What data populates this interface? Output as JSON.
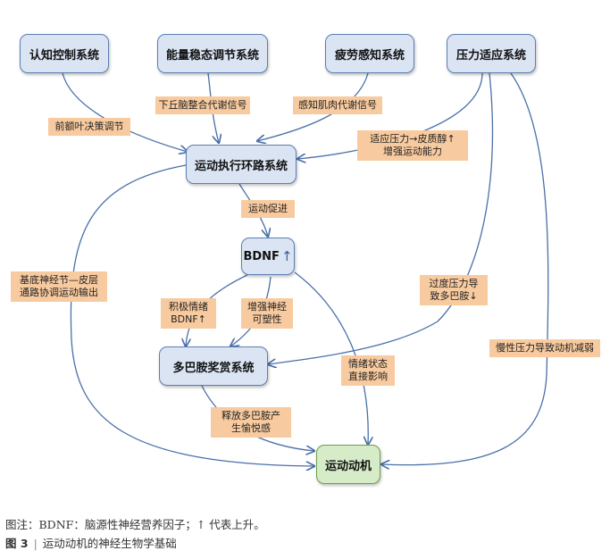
{
  "nodes": {
    "cognitive": "认知控制系统",
    "energy": "能量稳态调节系统",
    "fatigue": "疲劳感知系统",
    "stress": "压力适应系统",
    "motor": "运动执行环路系统",
    "bdnf": "BDNF",
    "bdnf_arrow": "↑",
    "dopamine": "多巴胺奖赏系统",
    "motivation": "运动动机"
  },
  "labels": {
    "prefrontal": "前额叶决策调节",
    "hypothalamus": "下丘脑整合代谢信号",
    "muscle": "感知肌肉代谢信号",
    "adapt": "适应压力→皮质醇↑\n增强运动能力",
    "promote": "运动促进",
    "basal": "基底神经节—皮层\n通路协调运动输出",
    "positive": "积极情绪\nBDNF↑",
    "plasticity": "增强神经\n可塑性",
    "excess": "过度压力导\n致多巴胺↓",
    "chronic": "慢性压力导致动机减弱",
    "emotion": "情绪状态\n直接影响",
    "release": "释放多巴胺产\n生愉悦感"
  },
  "caption": {
    "note": "图注：BDNF：脑源性神经营养因子；↑ 代表上升。",
    "fig_num": "图 3",
    "sep": "|",
    "title": "运动动机的神经生物学基础"
  },
  "colors": {
    "node_fill": "#dbe4f3",
    "node_border": "#5b7fb3",
    "motivation_fill": "#d6ebc8",
    "motivation_border": "#6f9e4e",
    "label_fill": "#f8ca9f",
    "arrow": "#4a6fa8"
  }
}
